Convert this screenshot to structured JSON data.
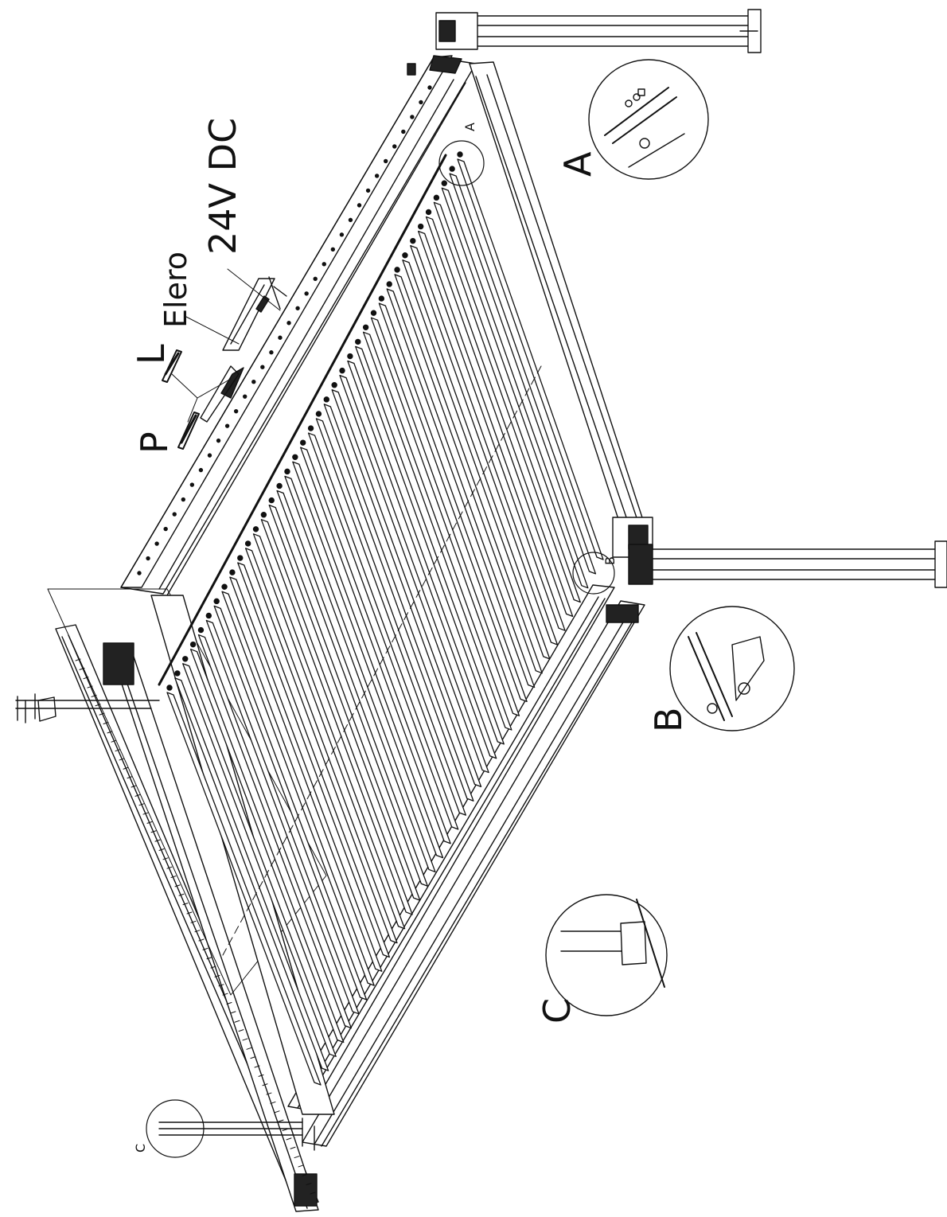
{
  "labels": {
    "voltage": "24V DC",
    "motor": "Elero",
    "left": "L",
    "right": "P",
    "detail_a": "A",
    "detail_b": "B",
    "detail_c": "C",
    "callout_a": "A",
    "callout_b": "B",
    "callout_c": "C"
  },
  "louvers": {
    "count": 38
  },
  "colors": {
    "line": "#111111",
    "background": "#ffffff"
  }
}
